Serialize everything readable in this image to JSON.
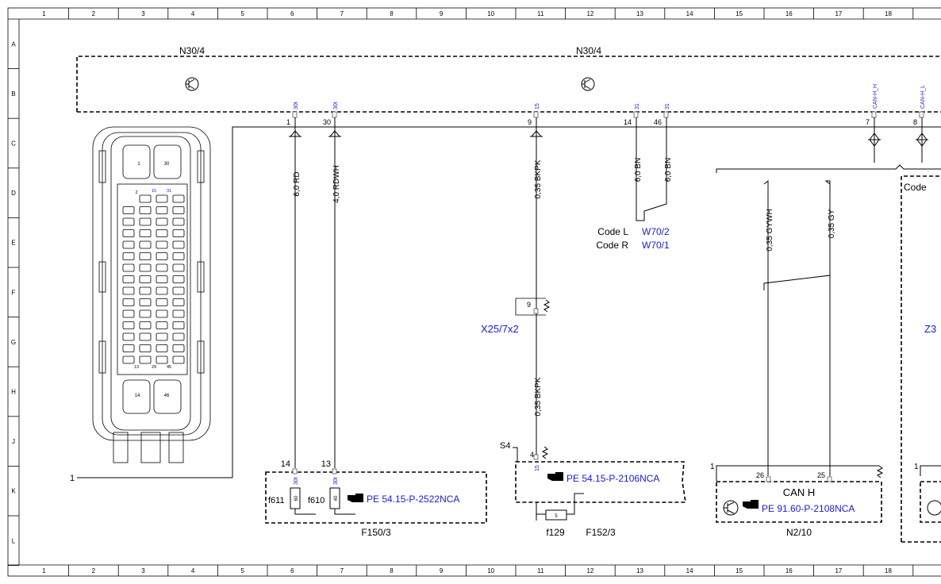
{
  "grid": {
    "columns": [
      "1",
      "2",
      "3",
      "4",
      "5",
      "6",
      "7",
      "8",
      "9",
      "10",
      "11",
      "12",
      "13",
      "14",
      "15",
      "16",
      "17",
      "18"
    ],
    "rows": [
      "A",
      "B",
      "C",
      "D",
      "E",
      "F",
      "G",
      "H",
      "J",
      "K",
      "L"
    ]
  },
  "components": {
    "n30_4_left_label": "N30/4",
    "n30_4_center_label": "N30/4",
    "ecu_pin1_label": "1",
    "f150_3_label": "F150/3",
    "f152_3_label": "F152/3",
    "n2_10_label": "N2/10",
    "x25_7x2_label": "X25/7x2",
    "s4_label": "S4",
    "z_partial_label": "Z3",
    "code_partial_label": "Code"
  },
  "connector_face": {
    "pins": [
      "1",
      "30",
      "2",
      "15",
      "31",
      "13",
      "29",
      "45",
      "14",
      "46"
    ]
  },
  "pins_top": [
    {
      "num": "1",
      "term": "30t"
    },
    {
      "num": "30",
      "term": "30t"
    },
    {
      "num": "9",
      "term": "15"
    },
    {
      "num": "14",
      "term": "31"
    },
    {
      "num": "46",
      "term": "31"
    },
    {
      "num": "7",
      "term": "CAN-H_H"
    },
    {
      "num": "8",
      "term": "CAN-H_L"
    }
  ],
  "wires": [
    {
      "label": "6,0 RD"
    },
    {
      "label": "4,0 RDWH"
    },
    {
      "label": "0,35 BKPK"
    },
    {
      "label": "6,0 BN"
    },
    {
      "label": "6,0 BN"
    },
    {
      "label": "0,35 BKPK"
    },
    {
      "label": "0,35 GYWH"
    },
    {
      "label": "0,35 GY"
    }
  ],
  "ground_codes": {
    "code_l_label": "Code L",
    "code_l_ref": "W70/2",
    "code_r_label": "Code R",
    "code_r_ref": "W70/1"
  },
  "x25": {
    "pin": "9"
  },
  "f150": {
    "pin14": "14",
    "pin13": "13",
    "term_a": "30t",
    "term_b": "30t",
    "fuse_a_name": "f611",
    "fuse_a_value": "60",
    "fuse_b_name": "f610",
    "fuse_b_value": "40",
    "ref": "PE 54.15-P-2522NCA"
  },
  "f152": {
    "pin4": "4",
    "term": "15",
    "fuse_value": "5",
    "fuse_name": "f129",
    "ref": "PE 54.15-P-2106NCA"
  },
  "n2_10": {
    "pin1": "1",
    "pin26": "26",
    "pin25": "25",
    "can_label": "CAN H",
    "ref": "PE 91.60-P-2108NCA"
  },
  "colors": {
    "reference_blue": "#1a1ad8",
    "line_black": "#000000"
  }
}
